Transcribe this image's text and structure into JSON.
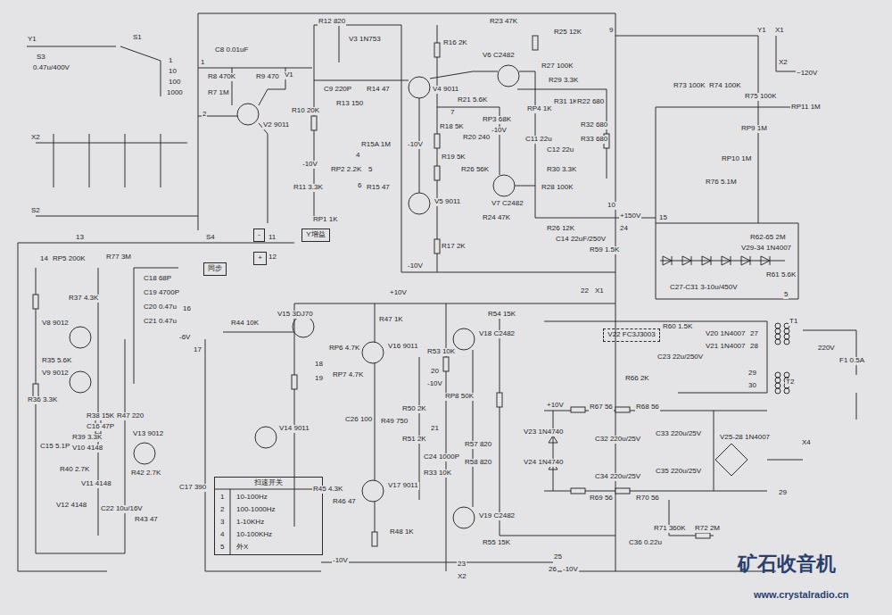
{
  "diagram": {
    "nodes": [
      {
        "text": [
          "-"
        ]
      },
      {
        "text": [
          "Y增益"
        ]
      },
      {
        "text": [
          "+"
        ]
      },
      {
        "text": [
          "同步"
        ]
      },
      {
        "text": [
          "V22 FC3J3003"
        ]
      },
      {
        "text": [
          "扫速开关"
        ]
      }
    ],
    "labels": [
      "Y1",
      "S3",
      "0.47u/400V",
      "S1",
      "1",
      "10",
      "100",
      "1000",
      "1",
      "C8 0.01uF",
      "R8 470K",
      "R9 470",
      "V1",
      "R7 1M",
      "2",
      "V2 9011",
      "X2",
      "S2",
      "R12 820",
      "V3 1N753",
      "C9 220P",
      "R10 20K",
      "R13 150",
      "R14 47",
      "V4 9011",
      "R16 2K",
      "R23 47K",
      "R25 12K",
      "9",
      "V6 C2482",
      "R27 100K",
      "R21 5.6K",
      "R29 3.3K",
      "7",
      "R18 5K",
      "R20 240",
      "RP3 68K",
      "-10V",
      "RP4 1K",
      "R31 1K",
      "R22 680",
      "C11 22u",
      "C12 22u",
      "R32 680",
      "R33 680",
      "-10V",
      "-10V",
      "R15A 1M",
      "RP2 2.2K",
      "4",
      "5",
      "6",
      "R19 5K",
      "R26 56K",
      "R30 3.3K",
      "V7 C2482",
      "R28 100K",
      "R11 3.3K",
      "R15 47",
      "V5 9011",
      "R24 47K",
      "R26 12K",
      "10",
      "+150V",
      "24",
      "C14 22uF/250V",
      "R59 1.5K",
      "RP1 1K",
      "R17 2K",
      "-10V",
      "Y1",
      "X1",
      "X2",
      "~120V",
      "R73 100K",
      "R74 100K",
      "R75 100K",
      "RP11 1M",
      "RP9 1M",
      "RP10 1M",
      "R76 5.1M",
      "15",
      "R62-65 2M",
      "V29-34 1N4007",
      "R61 5.6K",
      "C27-C31 3-10u/450V",
      "5",
      "13",
      "14",
      "RP5 200K",
      "R77 3M",
      "R37 4.3K",
      "C18 68P",
      "C19 4700P",
      "C20 0.47u",
      "C21 0.47u",
      "S4",
      "11",
      "12",
      "16",
      "-6V",
      "17",
      "R44 10K",
      "V15 3DJ70",
      "V8 9012",
      "R35 5.6K",
      "V9 9012",
      "R36 3.3K",
      "R38 15K",
      "C16 47P",
      "R47 220",
      "R39 3.3K",
      "C15 5.1P",
      "V10 4148",
      "V13 9012",
      "R40 2.7K",
      "R42 2.7K",
      "V11 4148",
      "V12 4148",
      "C22 10u/16V",
      "R43 47",
      "1",
      "10-100Hz",
      "2",
      "100-1000Hz",
      "3",
      "1-10KHz",
      "4",
      "10-100KHz",
      "5",
      "外X",
      "C17 390",
      "V14 9011",
      "R45 4.3K",
      "R46 47",
      "RP6 4.7K",
      "18",
      "RP7 4.7K",
      "19",
      "V16 9011",
      "R47 1K",
      "+10V",
      "C26 100",
      "R49 750",
      "R50 2K",
      "R51 2K",
      "V17 9011",
      "R48 1K",
      "-10V",
      "R53 10K",
      "20",
      "-10V",
      "RP8 50K",
      "21",
      "C24 1000P",
      "R33 10K",
      "R57 820",
      "R58 820",
      "V18 C2482",
      "R54 15K",
      "22",
      "X1",
      "V19 C2482",
      "R55 15K",
      "23",
      "X2",
      "25",
      "26",
      "-10V",
      "R60 1.5K",
      "C23 22u/250V",
      "V20 1N4007",
      "V21 1N4007",
      "27",
      "28",
      "T1",
      "220V",
      "F1 0.5A",
      "29",
      "30",
      "T2",
      "R66 2K",
      "+10V",
      "R67 56",
      "R68 56",
      "V23 1N4740",
      "V24 1N4740",
      "C32 220u/25V",
      "C33 220u/25V",
      "C34 220u/25V",
      "C35 220u/25V",
      "V25-28 1N4007",
      "X4",
      "R69 56",
      "R70 56",
      "R71 360K",
      "R72 2M",
      "C36 0.22u",
      "29",
      "矿石收音机",
      "www.crystalradio.cn"
    ]
  }
}
